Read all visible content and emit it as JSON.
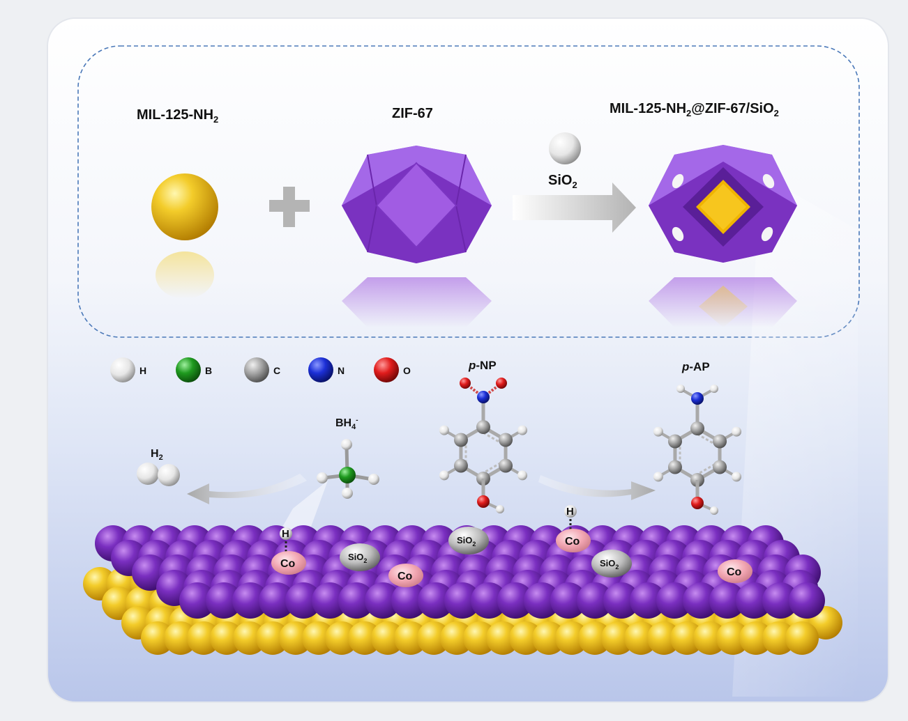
{
  "top_panel": {
    "material_a": {
      "label": "MIL-125-NH",
      "sub": "2"
    },
    "material_b": {
      "label": "ZIF-67"
    },
    "reagent": {
      "label": "SiO",
      "sub": "2"
    },
    "product": {
      "label_1": "MIL-125-NH",
      "sub_1": "2",
      "label_2": "@ZIF-67/SiO",
      "sub_2": "2"
    }
  },
  "atom_legend": [
    {
      "symbol": "H",
      "color": "#f2f2f2"
    },
    {
      "symbol": "B",
      "color": "#1f9a1f"
    },
    {
      "symbol": "C",
      "color": "#9a9a9a"
    },
    {
      "symbol": "N",
      "color": "#1c2fd6"
    },
    {
      "symbol": "O",
      "color": "#e01c1c"
    }
  ],
  "molecules": {
    "pnp": {
      "prefix": "p",
      "name": "-NP"
    },
    "pap": {
      "prefix": "p",
      "name": "-AP"
    },
    "bh4": {
      "label": "BH",
      "sub": "4",
      "sup": "-"
    },
    "h2": {
      "label": "H",
      "sub": "2"
    }
  },
  "surface": {
    "co_label": "Co",
    "h_label": "H",
    "sio2_label": "SiO",
    "sio2_sub": "2"
  },
  "colors": {
    "zif_purple": "#8a3fd0",
    "mil_gold": "#f0c020",
    "accent_dash": "#4a78b8"
  }
}
